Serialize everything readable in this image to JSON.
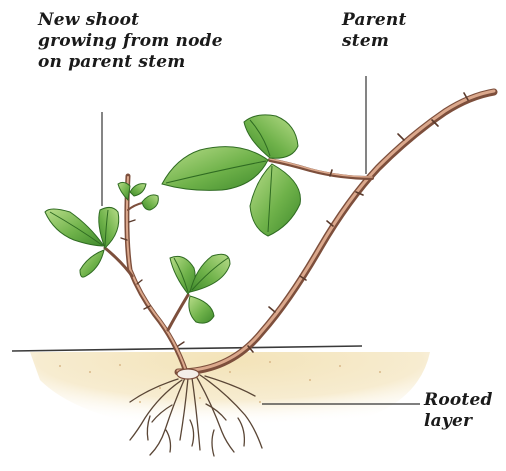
{
  "labels": {
    "new_shoot": [
      "New shoot",
      "growing from node",
      "on parent stem"
    ],
    "parent_stem": [
      "Parent",
      "stem"
    ],
    "rooted_layer": [
      "Rooted",
      "layer"
    ]
  },
  "colors": {
    "stem": "#8a5a45",
    "stem_light": "#d9a488",
    "leaf": "#4e9a3a",
    "leaf_light": "#a7d47c",
    "leaf_vein": "#2f6b22",
    "soil": "#f1dfb0",
    "roots": "#5a4636",
    "pointer": "#333333"
  }
}
